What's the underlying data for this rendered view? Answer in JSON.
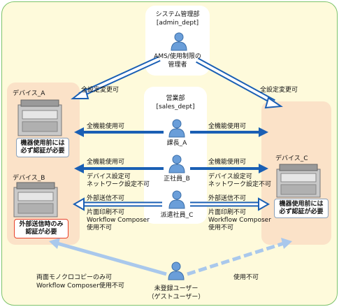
{
  "admin": {
    "name": "システム管理部",
    "id": "[admin_dept]",
    "role_line1": "AMS/使用制限の",
    "role_line2": "管理者"
  },
  "sales": {
    "name": "営業部",
    "id": "[sales_dept]"
  },
  "users": {
    "manager": "課長_A",
    "employee": "正社員_B",
    "temp": "派遣社員_C",
    "guest_line1": "未登録ユーザー",
    "guest_line2": "（ゲストユーザー）"
  },
  "devices": {
    "a": {
      "name": "デバイス_A",
      "note_line1": "機器使用前には",
      "note_line2": "必ず認証が必要"
    },
    "b": {
      "name": "デバイス_B",
      "note_line1": "外部送信時のみ",
      "note_line2": "認証が必要"
    },
    "c": {
      "name": "デバイス_C",
      "note_line1": "機器使用前には",
      "note_line2": "必ず認証が必要"
    }
  },
  "labels": {
    "admin_to_a": "全設定変更可",
    "admin_to_c": "全設定変更可",
    "manager_left": "全機能使用可",
    "manager_right": "全機能使用可",
    "employee_left": [
      "全機能使用可",
      "デバイス設定可",
      "ネットワーク設定不可"
    ],
    "employee_right": [
      "全機能使用可",
      "デバイス設定可",
      "ネットワーク設定不可"
    ],
    "temp_left": [
      "外部送信不可",
      "片面印刷不可",
      "Workflow Composer",
      "使用不可"
    ],
    "temp_right": [
      "外部送信不可",
      "片面印刷不可",
      "Workflow Composer",
      "使用不可"
    ],
    "guest_left": [
      "両面モノクロコピーのみ可",
      "Workflow Composer使用不可"
    ],
    "guest_right": "使用不可"
  },
  "colors": {
    "arrow_blue": "#1a5fb4",
    "arrow_light": "#a9c8ec",
    "accent_red": "#e8412a"
  }
}
